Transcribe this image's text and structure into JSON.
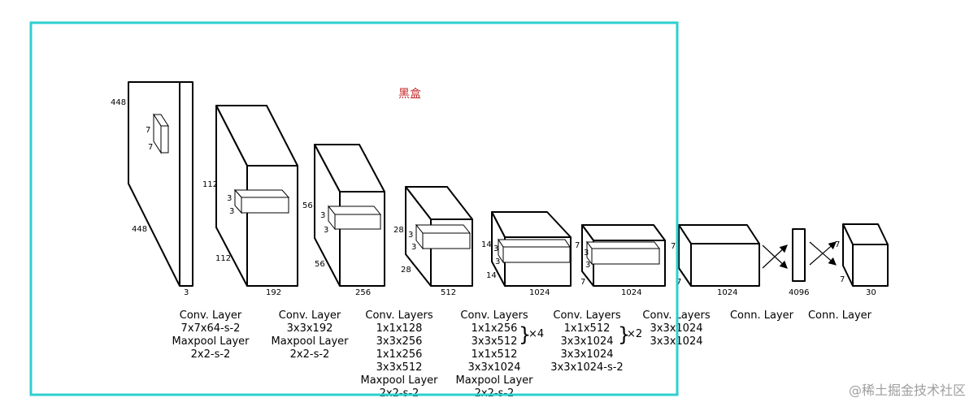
{
  "annotation_label": "黑盒",
  "colors": {
    "highlight_box": "#2ecfcf",
    "annotation_text": "#c62828",
    "watermark": "#9e9e9e"
  },
  "watermark": "@稀土掘金技术社区",
  "dims": {
    "l1_h": "448",
    "l1_w": "448",
    "l1_d": "3",
    "l1_k_h": "7",
    "l1_k_w": "7",
    "l2_h": "112",
    "l2_w": "112",
    "l2_d": "192",
    "l2_k1": "3",
    "l2_k2": "3",
    "l3_h": "56",
    "l3_w": "56",
    "l3_d": "256",
    "l3_k1": "3",
    "l3_k2": "3",
    "l4_h": "28",
    "l4_w": "28",
    "l4_d": "512",
    "l4_k1": "3",
    "l4_k2": "3",
    "l5_h": "14",
    "l5_w": "14",
    "l5_d": "1024",
    "l5_k1": "3",
    "l5_k2": "3",
    "l6_h": "7",
    "l6_w": "7",
    "l6_d": "1024",
    "l6_k1": "3",
    "l6_k2": "3",
    "l7_h": "7",
    "l7_w": "7",
    "l7_d": "1024",
    "fc1": "4096",
    "out_h": "7",
    "out_w": "7",
    "out_d": "30"
  },
  "captions": {
    "c1": [
      "Conv. Layer",
      "7x7x64-s-2",
      "Maxpool Layer",
      "2x2-s-2"
    ],
    "c2": [
      "Conv. Layer",
      "3x3x192",
      "Maxpool Layer",
      "2x2-s-2"
    ],
    "c3": [
      "Conv. Layers",
      "1x1x128",
      "3x3x256",
      "1x1x256",
      "3x3x512",
      "Maxpool Layer",
      "2x2-s-2"
    ],
    "c4": [
      "Conv. Layers",
      "1x1x256",
      "3x3x512",
      "1x1x512",
      "3x3x1024",
      "Maxpool Layer",
      "2x2-s-2"
    ],
    "c5": [
      "Conv. Layers",
      "1x1x512",
      "3x3x1024",
      "3x3x1024",
      "3x3x1024-s-2"
    ],
    "c6": [
      "Conv. Layers",
      "3x3x1024",
      "3x3x1024"
    ],
    "c7": [
      "Conn. Layer"
    ],
    "c8": [
      "Conn. Layer"
    ]
  },
  "repeat_c4": "×4",
  "repeat_c5": "×2"
}
